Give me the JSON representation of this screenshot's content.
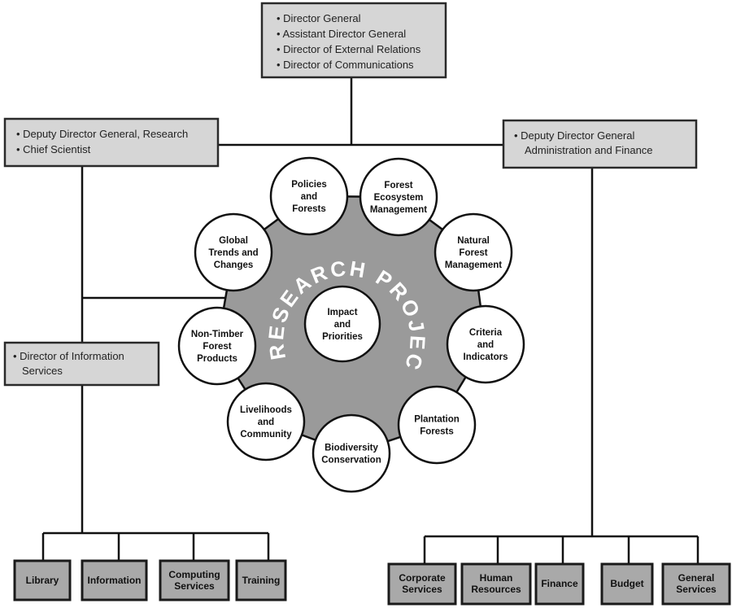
{
  "top_box": {
    "items": [
      "Director General",
      "Assistant Director General",
      "Director of External Relations",
      "Director of Communications"
    ]
  },
  "left_box": {
    "items": [
      "Deputy Director General, Research",
      "Chief Scientist"
    ]
  },
  "right_box": {
    "lines": [
      "Deputy Director General",
      "Administration and Finance"
    ]
  },
  "info_box": {
    "lines": [
      "Director of Information",
      "Services"
    ]
  },
  "research": {
    "title": "RESEARCH PROJECTS",
    "center": [
      "Impact",
      "and",
      "Priorities"
    ],
    "projects": [
      [
        "Policies",
        "and",
        "Forests"
      ],
      [
        "Forest",
        "Ecosystem",
        "Management"
      ],
      [
        "Natural",
        "Forest",
        "Management"
      ],
      [
        "Criteria",
        "and",
        "Indicators"
      ],
      [
        "Plantation",
        "Forests"
      ],
      [
        "Biodiversity",
        "Conservation"
      ],
      [
        "Livelihoods",
        "and",
        "Community"
      ],
      [
        "Non-Timber",
        "Forest",
        "Products"
      ],
      [
        "Global",
        "Trends and",
        "Changes"
      ]
    ]
  },
  "info_units": [
    [
      "Library"
    ],
    [
      "Information"
    ],
    [
      "Computing",
      "Services"
    ],
    [
      "Training"
    ]
  ],
  "admin_units": [
    [
      "Corporate",
      "Services"
    ],
    [
      "Human",
      "Resources"
    ],
    [
      "Finance"
    ],
    [
      "Budget"
    ],
    [
      "General",
      "Services"
    ]
  ],
  "colors": {
    "box": "#d6d6d6",
    "dark_box": "#a9a9a9",
    "hub": "#9a9a9a"
  }
}
